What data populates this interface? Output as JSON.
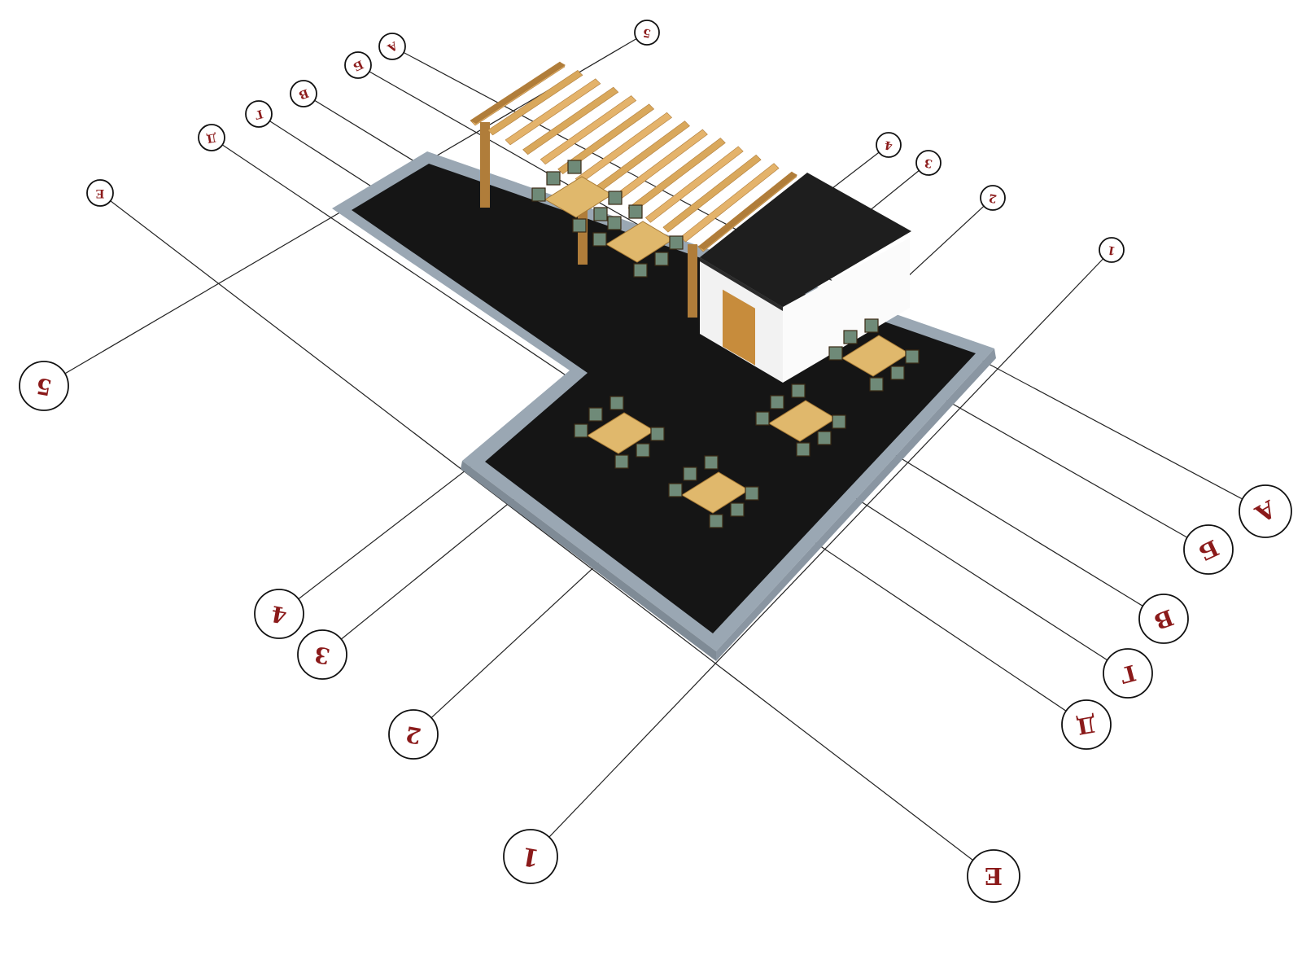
{
  "title": "",
  "colors": {
    "floor": "#151515",
    "parapet_top": "#aab8c6",
    "parapet_side": "#8e9aa6",
    "timber": "#d9a85c",
    "timber_dark": "#b07d3a",
    "wall": "#f4f4f4",
    "roof": "#1e1e1e",
    "door": "#c78c3c",
    "chair_seat": "#6f8a78",
    "table": "#e0b86c",
    "grid_label": "#8b1a1a"
  },
  "gridlines": {
    "letters": [
      {
        "label": "А",
        "side": "near"
      },
      {
        "label": "Б",
        "side": "near"
      },
      {
        "label": "В",
        "side": "near"
      },
      {
        "label": "Г",
        "side": "near"
      },
      {
        "label": "Д",
        "side": "near"
      },
      {
        "label": "Е",
        "side": "near"
      },
      {
        "label": "А",
        "side": "far"
      },
      {
        "label": "Б",
        "side": "far"
      },
      {
        "label": "В",
        "side": "far"
      },
      {
        "label": "Г",
        "side": "far"
      },
      {
        "label": "Д",
        "side": "far"
      },
      {
        "label": "Е",
        "side": "far"
      }
    ],
    "numbers": [
      {
        "label": "1",
        "side": "near"
      },
      {
        "label": "2",
        "side": "near"
      },
      {
        "label": "3",
        "side": "near"
      },
      {
        "label": "4",
        "side": "near"
      },
      {
        "label": "5",
        "side": "near"
      },
      {
        "label": "1",
        "side": "far"
      },
      {
        "label": "2",
        "side": "far"
      },
      {
        "label": "3",
        "side": "far"
      },
      {
        "label": "4",
        "side": "far"
      },
      {
        "label": "5",
        "side": "far"
      }
    ]
  },
  "furniture": {
    "tables": 6,
    "chairs_per_table": 6
  }
}
